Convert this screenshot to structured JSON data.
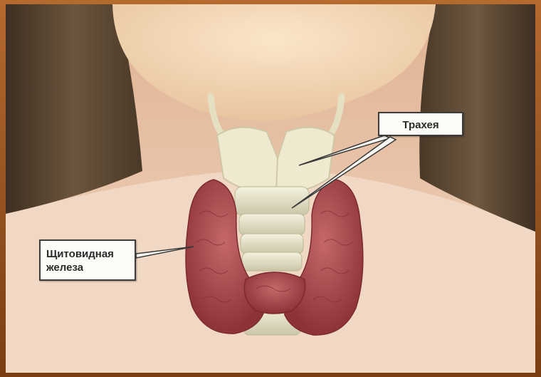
{
  "labels": {
    "trachea": "Трахея",
    "thyroid_line1": "Щитовидная",
    "thyroid_line2": "железа"
  },
  "colors": {
    "frame": "#9a5424",
    "skin": "#e9c3a6",
    "hair": "#5a4632",
    "thyroid": "#a8474c",
    "cartilage": "#eee9cf"
  }
}
